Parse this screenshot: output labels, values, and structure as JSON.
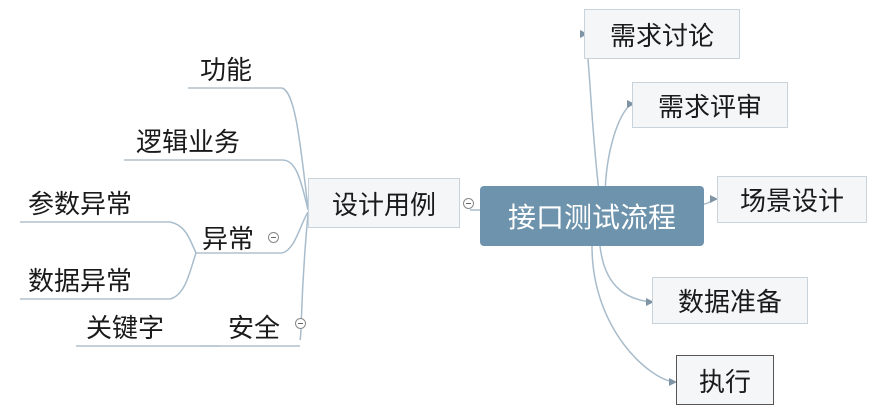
{
  "root": {
    "label": "接口测试流程"
  },
  "right_branches": [
    "需求讨论",
    "需求评审",
    "场景设计",
    "数据准备",
    "执行"
  ],
  "left_branch": {
    "label": "设计用例",
    "children": {
      "function": "功能",
      "logic": "逻辑业务",
      "exception": {
        "label": "异常",
        "children": [
          "参数异常",
          "数据异常"
        ]
      },
      "security": {
        "label": "安全",
        "children": [
          "关键字"
        ]
      }
    }
  },
  "colors": {
    "root_fill": "#6d93ad",
    "connector": "#a8bccb",
    "box_fill": "#f4f6f8"
  }
}
